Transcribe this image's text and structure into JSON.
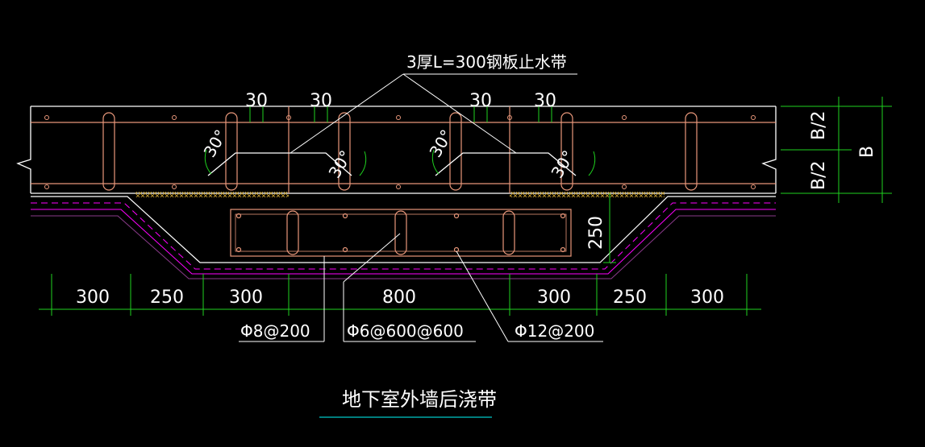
{
  "drawing": {
    "waterstop_label": "3厚L=300钢板止水带",
    "top_offsets": [
      "30",
      "30",
      "30",
      "30"
    ],
    "angle_labels": [
      "30°",
      "30°",
      "30°",
      "30°"
    ],
    "thickness_labels": [
      "B/2",
      "B/2",
      "B"
    ],
    "depth_label": "250",
    "bottom_dims": [
      "300",
      "250",
      "300",
      "800",
      "300",
      "250",
      "300"
    ],
    "rebar_callouts": [
      "Φ8@200",
      "Φ6@600@600",
      "Φ12@200"
    ],
    "title": "地下室外墙后浇带"
  },
  "colors": {
    "background": "#000000",
    "wall_outline": "#ffffff",
    "rebar": "#e8977a",
    "dimension": "#00c8c8",
    "extension": "#1fd21f",
    "waterproof": "#ff00ff",
    "membrane": "#8a3a8a",
    "hatch": "#c8a030",
    "text": "#ffffff"
  }
}
